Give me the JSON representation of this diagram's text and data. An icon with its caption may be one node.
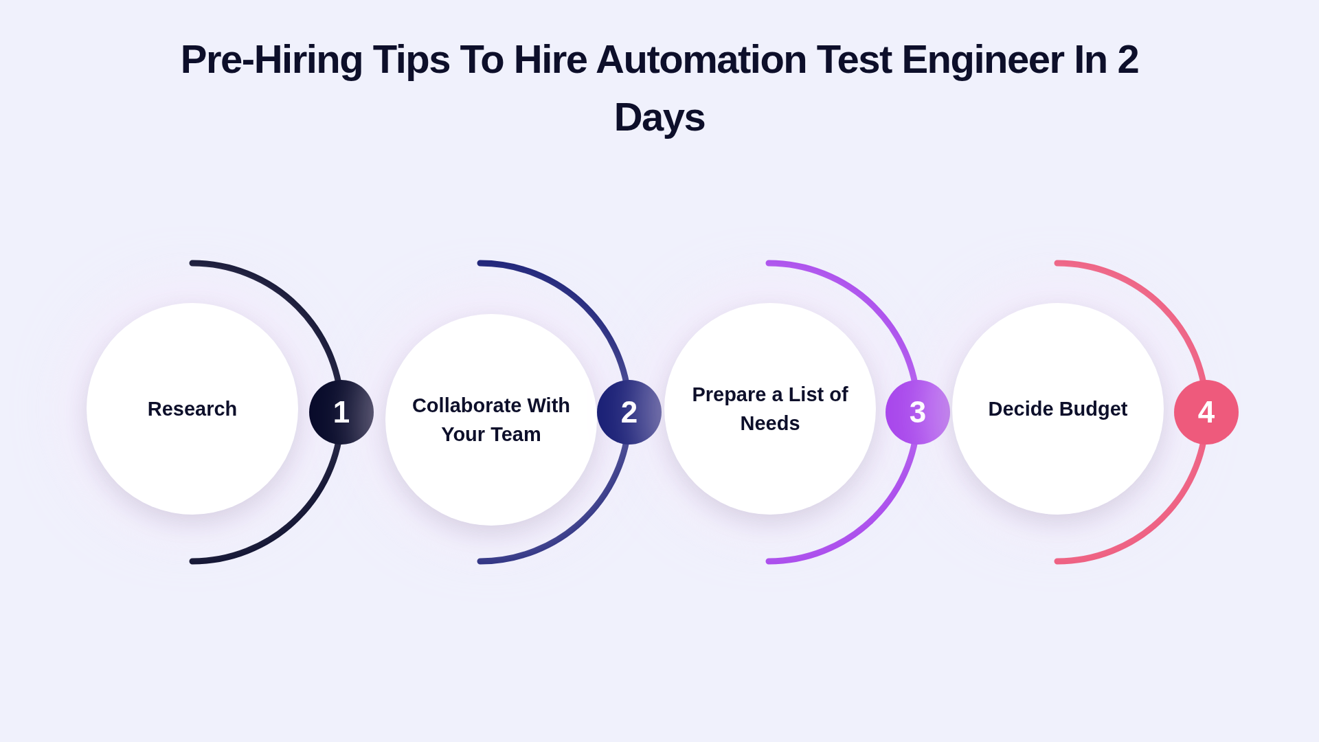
{
  "diagram": {
    "title": "Pre-Hiring Tips To Hire Automation Test Engineer In 2 Days",
    "nodes": [
      {
        "text": [
          "Research"
        ]
      },
      {
        "text": [
          "1"
        ]
      },
      {
        "text": [
          "Collaborate With Your Team"
        ]
      },
      {
        "text": [
          "2"
        ]
      },
      {
        "text": [
          "Prepare a List of Needs"
        ]
      },
      {
        "text": [
          "3"
        ]
      },
      {
        "text": [
          "Decide Budget"
        ]
      },
      {
        "text": [
          "4"
        ]
      }
    ]
  }
}
